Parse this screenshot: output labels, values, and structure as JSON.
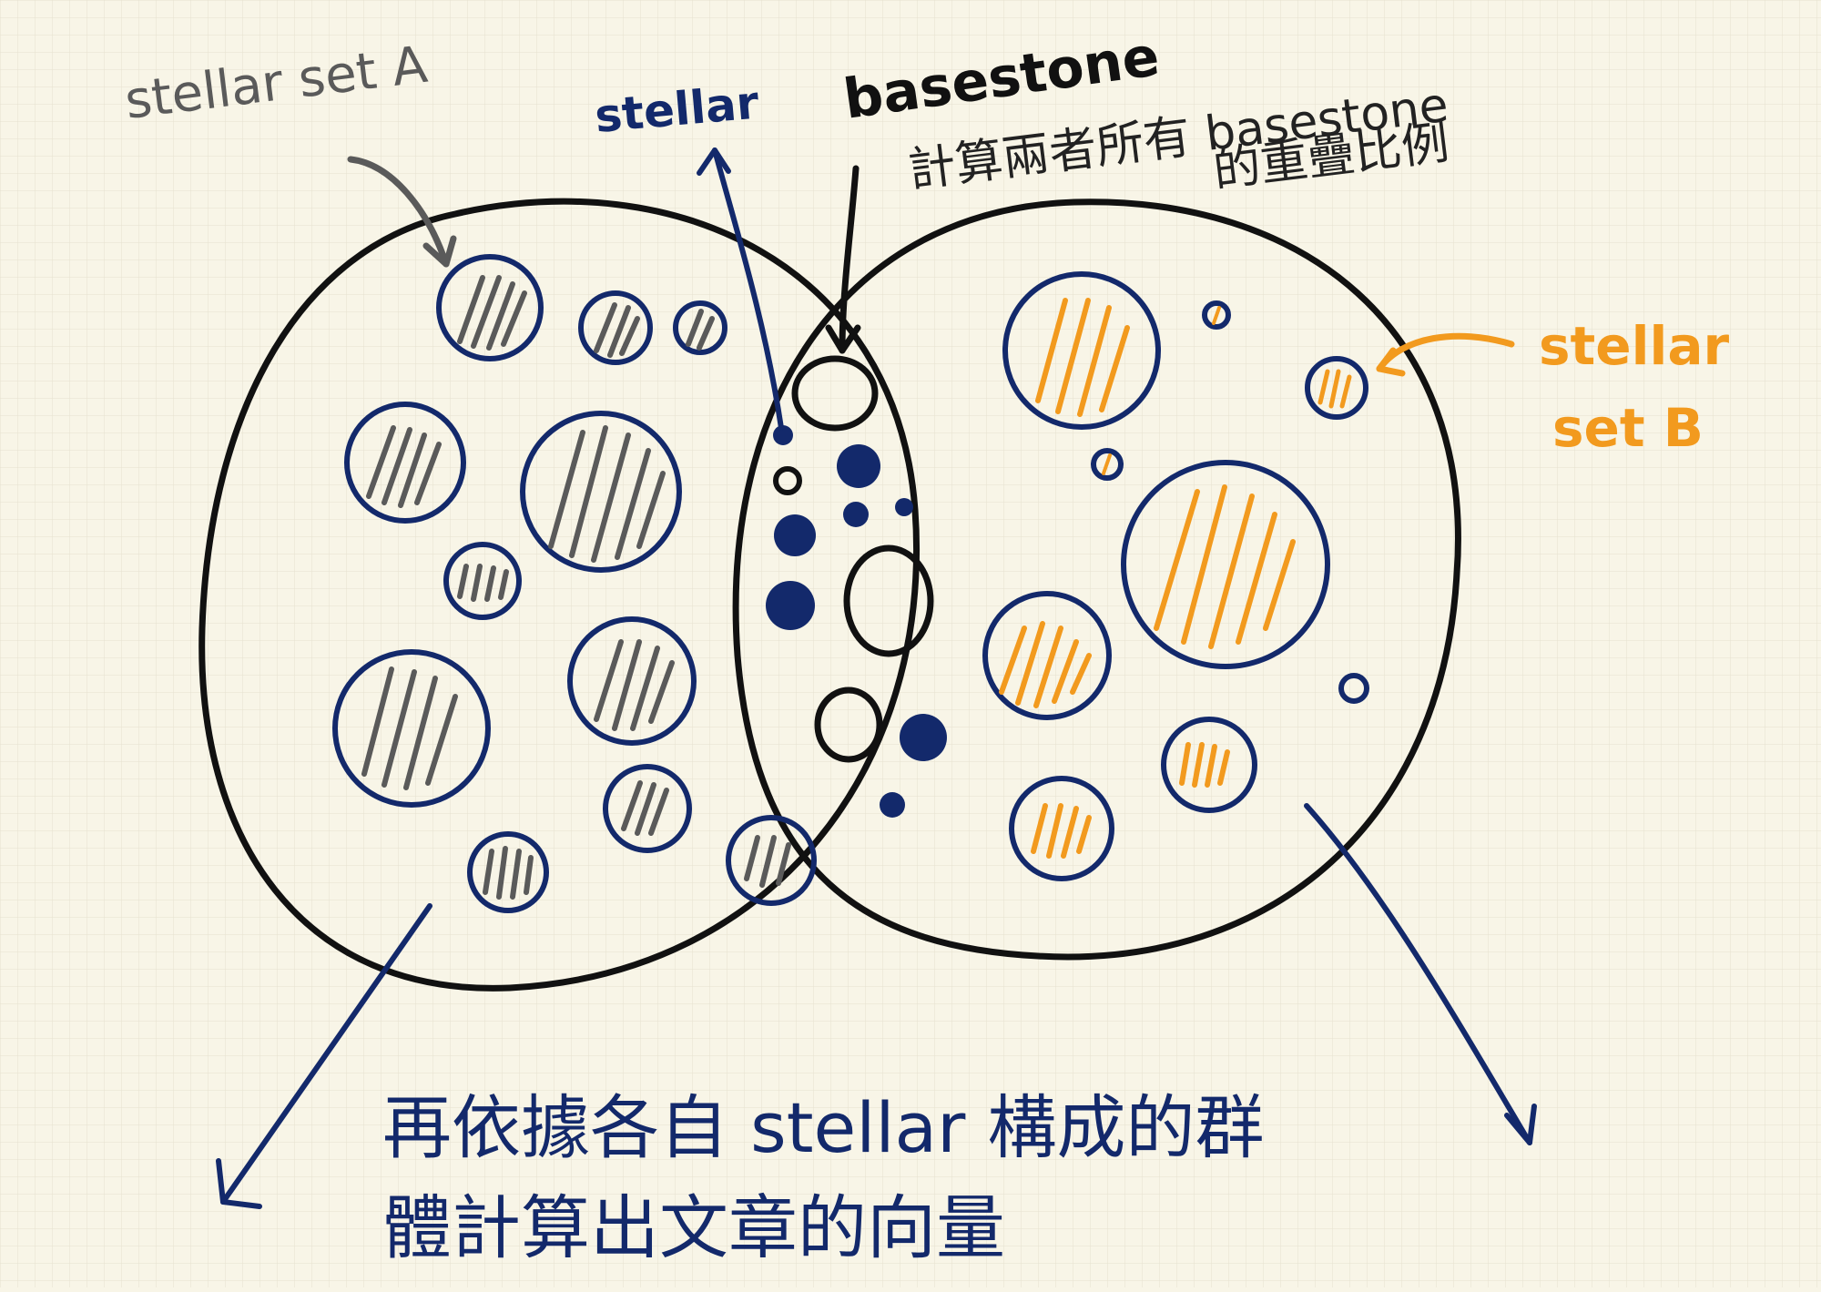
{
  "labels": {
    "set_a": "stellar set A",
    "stellar": "stellar",
    "basestone": "basestone",
    "basestone_desc_line1": "計算兩者所有 basestone",
    "basestone_desc_line2": "的重疊比例",
    "set_b_line1": "stellar",
    "set_b_line2": "set B",
    "bottom_line1": "再依據各自 stellar 構成的群",
    "bottom_line2": "體計算出文章的向量"
  },
  "colors": {
    "paper": "#f8f5e7",
    "grid": "#e6e1cf",
    "ink": "#111111",
    "navy": "#13296b",
    "grey": "#5a5a5a",
    "orange": "#f29a1e"
  }
}
